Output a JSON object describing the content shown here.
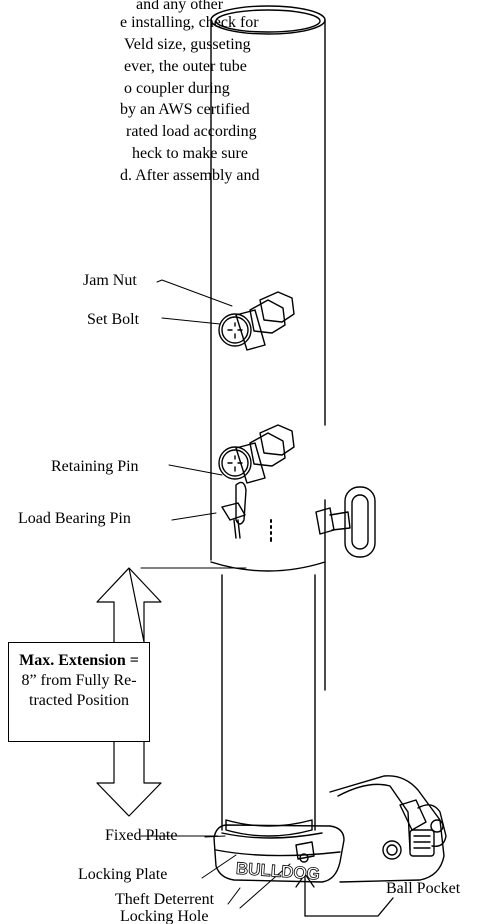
{
  "background_text": [
    "and any other",
    "e installing, check for",
    "Veld size, gusseting",
    "ever, the outer tube",
    "o coupler during",
    "by an AWS certified",
    "rated load according",
    "heck to make sure",
    "d. After assembly and"
  ],
  "labels": {
    "jam_nut": "Jam Nut",
    "set_bolt": "Set Bolt",
    "retaining_pin": "Retaining Pin",
    "load_bearing_pin": "Load Bearing Pin",
    "fixed_plate": "Fixed Plate",
    "locking_plate": "Locking Plate",
    "theft_line1": "Theft Deterrent",
    "theft_line2": "Locking Hole",
    "ball_pocket": "Ball Pocket"
  },
  "extension_box": {
    "title": "Max. Extension =",
    "line2": "8” from Fully Re-",
    "line3": "tracted Position"
  },
  "brand_text": "BULLDOG"
}
